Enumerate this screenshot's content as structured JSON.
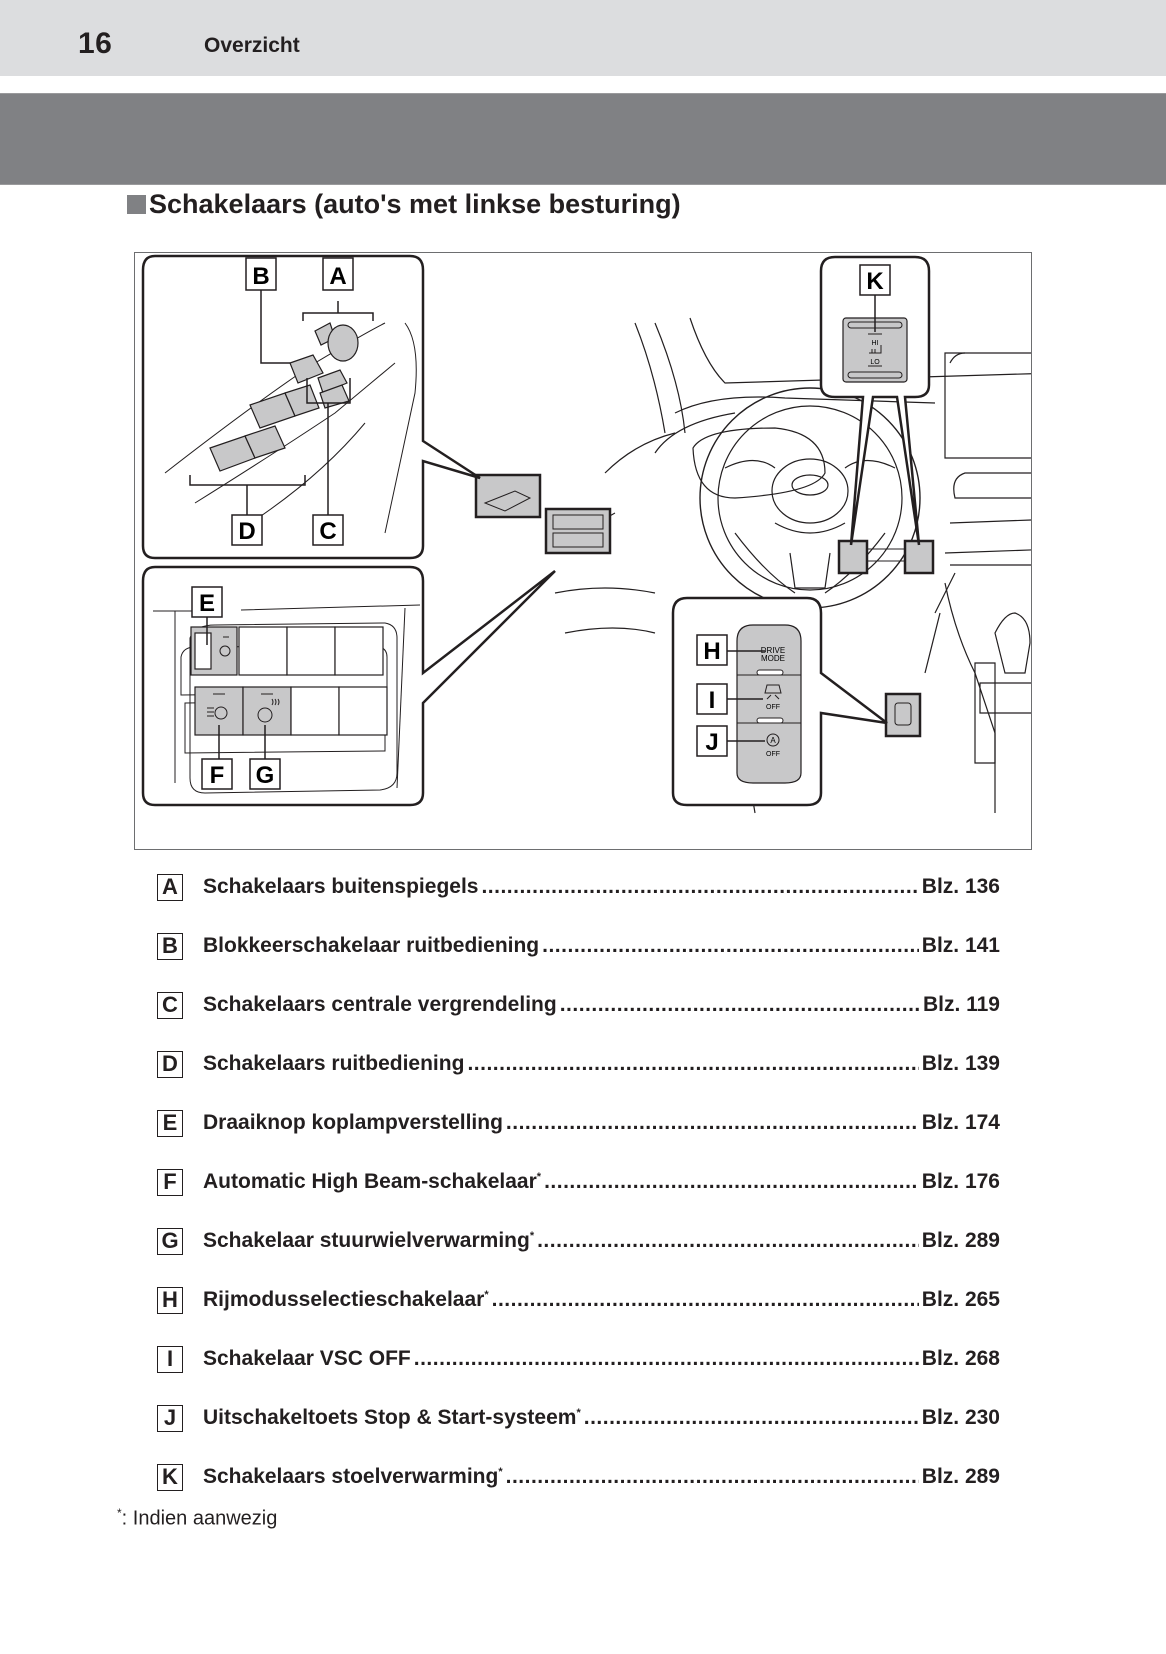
{
  "header": {
    "page_number": "16",
    "section": "Overzicht"
  },
  "title": "Schakelaars (auto's met linkse besturing)",
  "figure": {
    "callouts": [
      "A",
      "B",
      "C",
      "D",
      "E",
      "F",
      "G",
      "H",
      "I",
      "J",
      "K"
    ],
    "switch_panel_text": {
      "drive_mode_line1": "DRIVE",
      "drive_mode_line2": "MODE",
      "vsc_off": "OFF",
      "stop_start_off": "OFF",
      "seat_hi": "HI",
      "seat_lo": "LO"
    }
  },
  "items": [
    {
      "key": "A",
      "label": "Schakelaars buitenspiegels",
      "footnote": "",
      "page": "Blz. 136"
    },
    {
      "key": "B",
      "label": "Blokkeerschakelaar ruitbediening",
      "footnote": "",
      "page": "Blz. 141"
    },
    {
      "key": "C",
      "label": "Schakelaars centrale vergrendeling",
      "footnote": "",
      "page": "Blz. 119"
    },
    {
      "key": "D",
      "label": "Schakelaars ruitbediening",
      "footnote": "",
      "page": "Blz. 139"
    },
    {
      "key": "E",
      "label": "Draaiknop koplampverstelling",
      "footnote": "",
      "page": "Blz. 174"
    },
    {
      "key": "F",
      "label": "Automatic High Beam-schakelaar",
      "footnote": "*",
      "page": "Blz. 176"
    },
    {
      "key": "G",
      "label": "Schakelaar stuurwielverwarming",
      "footnote": "*",
      "page": "Blz. 289"
    },
    {
      "key": "H",
      "label": "Rijmodusselectieschakelaar",
      "footnote": "*",
      "page": "Blz. 265"
    },
    {
      "key": "I",
      "label": "Schakelaar VSC OFF",
      "footnote": "",
      "page": "Blz. 268"
    },
    {
      "key": "J",
      "label": "Uitschakeltoets Stop & Start-systeem",
      "footnote": "*",
      "page": "Blz. 230"
    },
    {
      "key": "K",
      "label": "Schakelaars stoelverwarming",
      "footnote": "*",
      "page": "Blz. 289"
    }
  ],
  "footnote": {
    "marker": "*",
    "text": ":  Indien aanwezig"
  },
  "colors": {
    "header_band": "#dcdddf",
    "gray_band": "#808184",
    "switch_fill": "#c8c8c9",
    "ink": "#231f20"
  }
}
